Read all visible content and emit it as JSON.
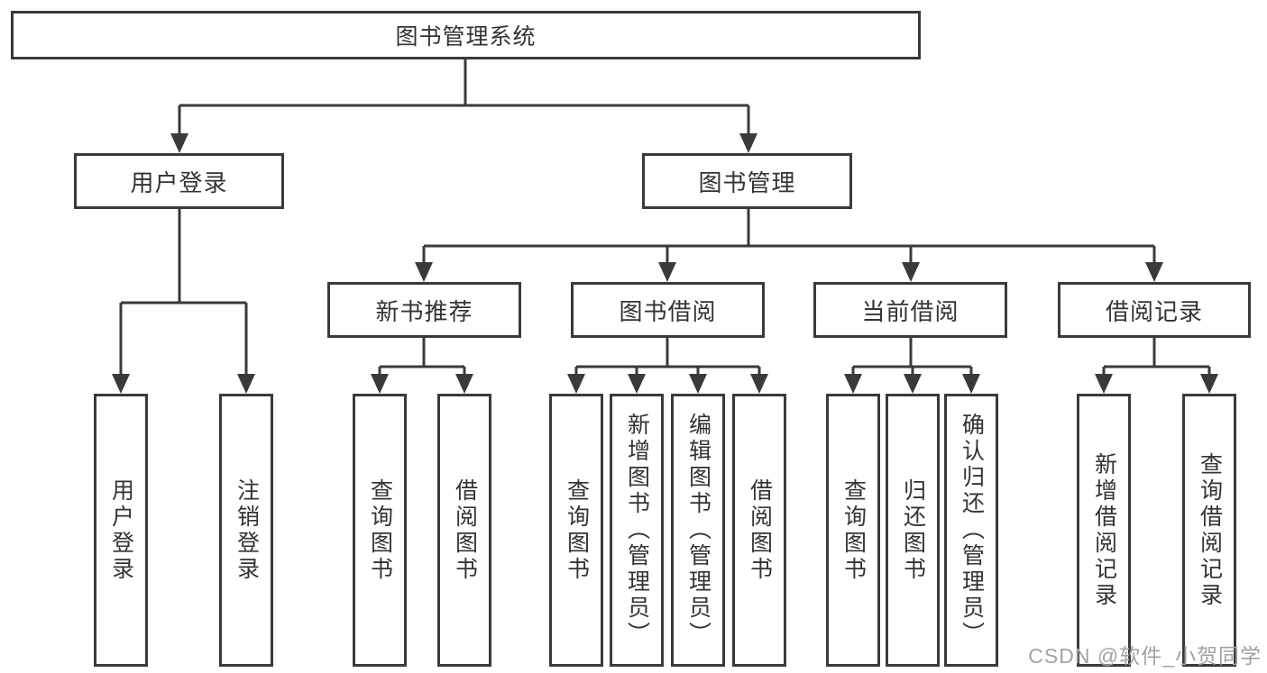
{
  "diagram": {
    "root_label": "图书管理系统",
    "level2": [
      {
        "label": "用户登录"
      },
      {
        "label": "图书管理"
      }
    ],
    "level3": [
      {
        "label": "新书推荐"
      },
      {
        "label": "图书借阅"
      },
      {
        "label": "当前借阅"
      },
      {
        "label": "借阅记录"
      }
    ],
    "leaves": {
      "login": [
        "用户登录",
        "注销登录"
      ],
      "recommend": [
        "查询图书",
        "借阅图书"
      ],
      "borrow": [
        "查询图书",
        "新增图书（管理员）",
        "编辑图书（管理员）",
        "借阅图书"
      ],
      "current": [
        "查询图书",
        "归还图书",
        "确认归还（管理员）"
      ],
      "records": [
        "新增借阅记录",
        "查询借阅记录"
      ]
    }
  },
  "watermark": {
    "text": "CSDN @软件_小贺同学"
  },
  "colors": {
    "line": "#3a3a3a",
    "border": "#3a3a3a",
    "text": "#333333",
    "watermark": "#a2a2a2",
    "background": "#ffffff"
  }
}
